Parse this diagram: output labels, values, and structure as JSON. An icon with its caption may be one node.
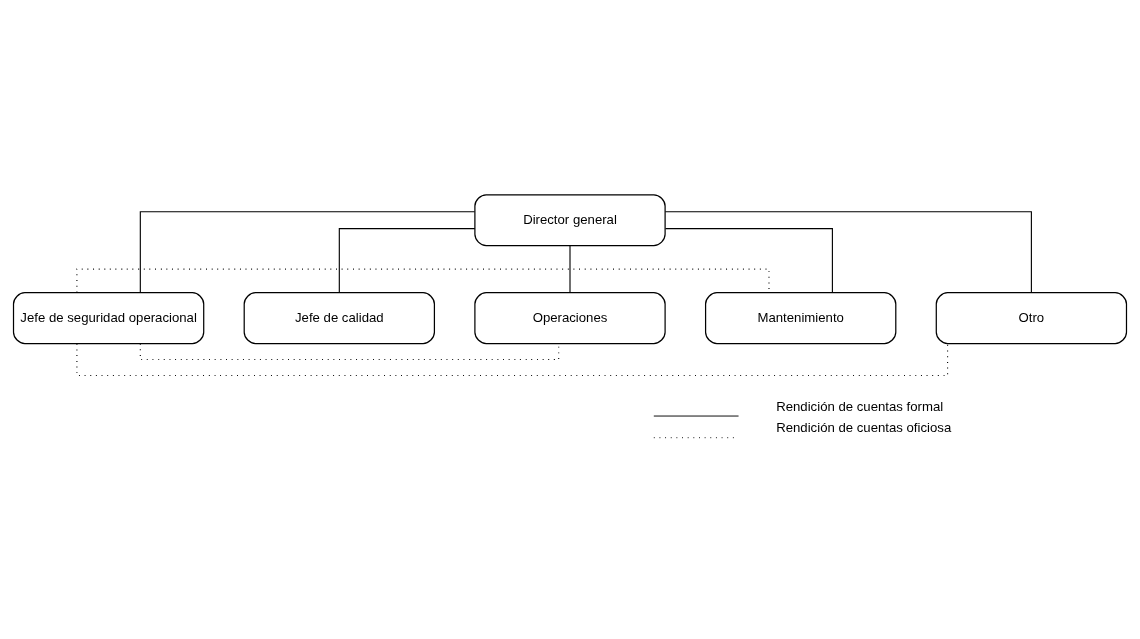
{
  "diagram": {
    "nodes": [
      {
        "text": [
          "Director general"
        ]
      },
      {
        "text": [
          "Jefe de seguridad operacional"
        ]
      },
      {
        "text": [
          "Jefe de calidad"
        ]
      },
      {
        "text": [
          "Operaciones"
        ]
      },
      {
        "text": [
          "Mantenimiento"
        ]
      },
      {
        "text": [
          "Otro"
        ]
      }
    ],
    "edges": [
      {
        "from": 0,
        "to": 1,
        "arrow": "none"
      },
      {
        "from": 0,
        "to": 2,
        "arrow": "none"
      },
      {
        "from": 0,
        "to": 3,
        "arrow": "none"
      },
      {
        "from": 0,
        "to": 4,
        "arrow": "none"
      },
      {
        "from": 0,
        "to": 5,
        "arrow": "none"
      },
      {
        "from": 1,
        "to": 3,
        "arrow": "none",
        "style": "dashed"
      },
      {
        "from": 1,
        "to": 4,
        "arrow": "none",
        "style": "dashed"
      },
      {
        "from": 1,
        "to": 5,
        "arrow": "none",
        "style": "dashed"
      }
    ],
    "legend": [
      {
        "text": "Rendición de cuentas formal"
      },
      {
        "text": "Rendición de cuentas oficiosa"
      }
    ]
  }
}
